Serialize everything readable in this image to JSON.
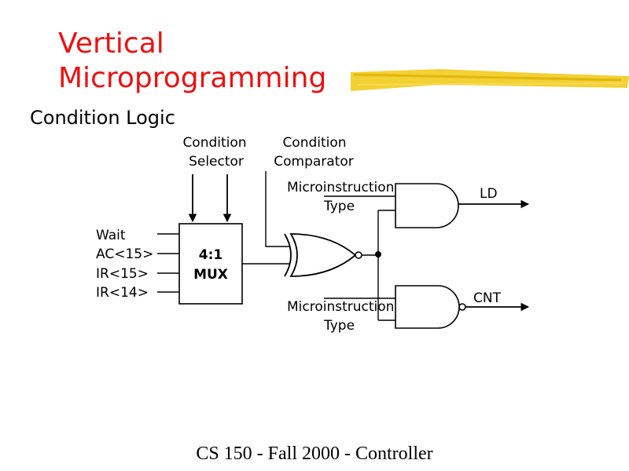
{
  "slide": {
    "title_line1": "Vertical",
    "title_line2": "Microprogramming",
    "subtitle": "Condition Logic",
    "footer": "CS 150 - Fall 2000 - Controller",
    "colors": {
      "title": "#ee1111",
      "highlight": "#f2cc1c"
    }
  },
  "diagram": {
    "condition_selector": [
      "Condition",
      "Selector"
    ],
    "condition_comparator": [
      "Condition",
      "Comparator"
    ],
    "mux_label": [
      "4:1",
      "MUX"
    ],
    "mux_inputs": [
      "Wait",
      "AC<15>",
      "IR<15>",
      "IR<14>"
    ],
    "upper_type": [
      "Microinstruction",
      "Type"
    ],
    "lower_type": [
      "Microinstruction",
      "Type"
    ],
    "output_ld": "LD",
    "output_cnt": "CNT"
  }
}
